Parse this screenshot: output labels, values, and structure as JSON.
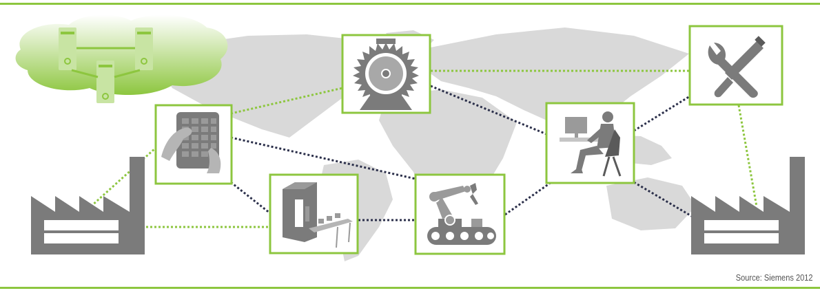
{
  "colors": {
    "accent": "#8dc63f",
    "rule": "#8dc63f",
    "map": "#d9d9d9",
    "icon": "#7b7b7b",
    "dark_link": "#2b2f4a",
    "green_link": "#8dc63f"
  },
  "source_text": "Source: Siemens 2012",
  "nodes": [
    {
      "name": "cloud-servers",
      "icon": "server-cloud-icon"
    },
    {
      "name": "factory-left",
      "icon": "factory-icon"
    },
    {
      "name": "factory-right",
      "icon": "factory-icon"
    },
    {
      "name": "tablet",
      "icon": "tablet-hand-icon"
    },
    {
      "name": "turbine",
      "icon": "turbine-gear-icon"
    },
    {
      "name": "machine",
      "icon": "production-machine-icon"
    },
    {
      "name": "robot",
      "icon": "robot-arm-icon"
    },
    {
      "name": "operator",
      "icon": "computer-operator-icon"
    },
    {
      "name": "tools",
      "icon": "wrench-screwdriver-icon"
    }
  ]
}
